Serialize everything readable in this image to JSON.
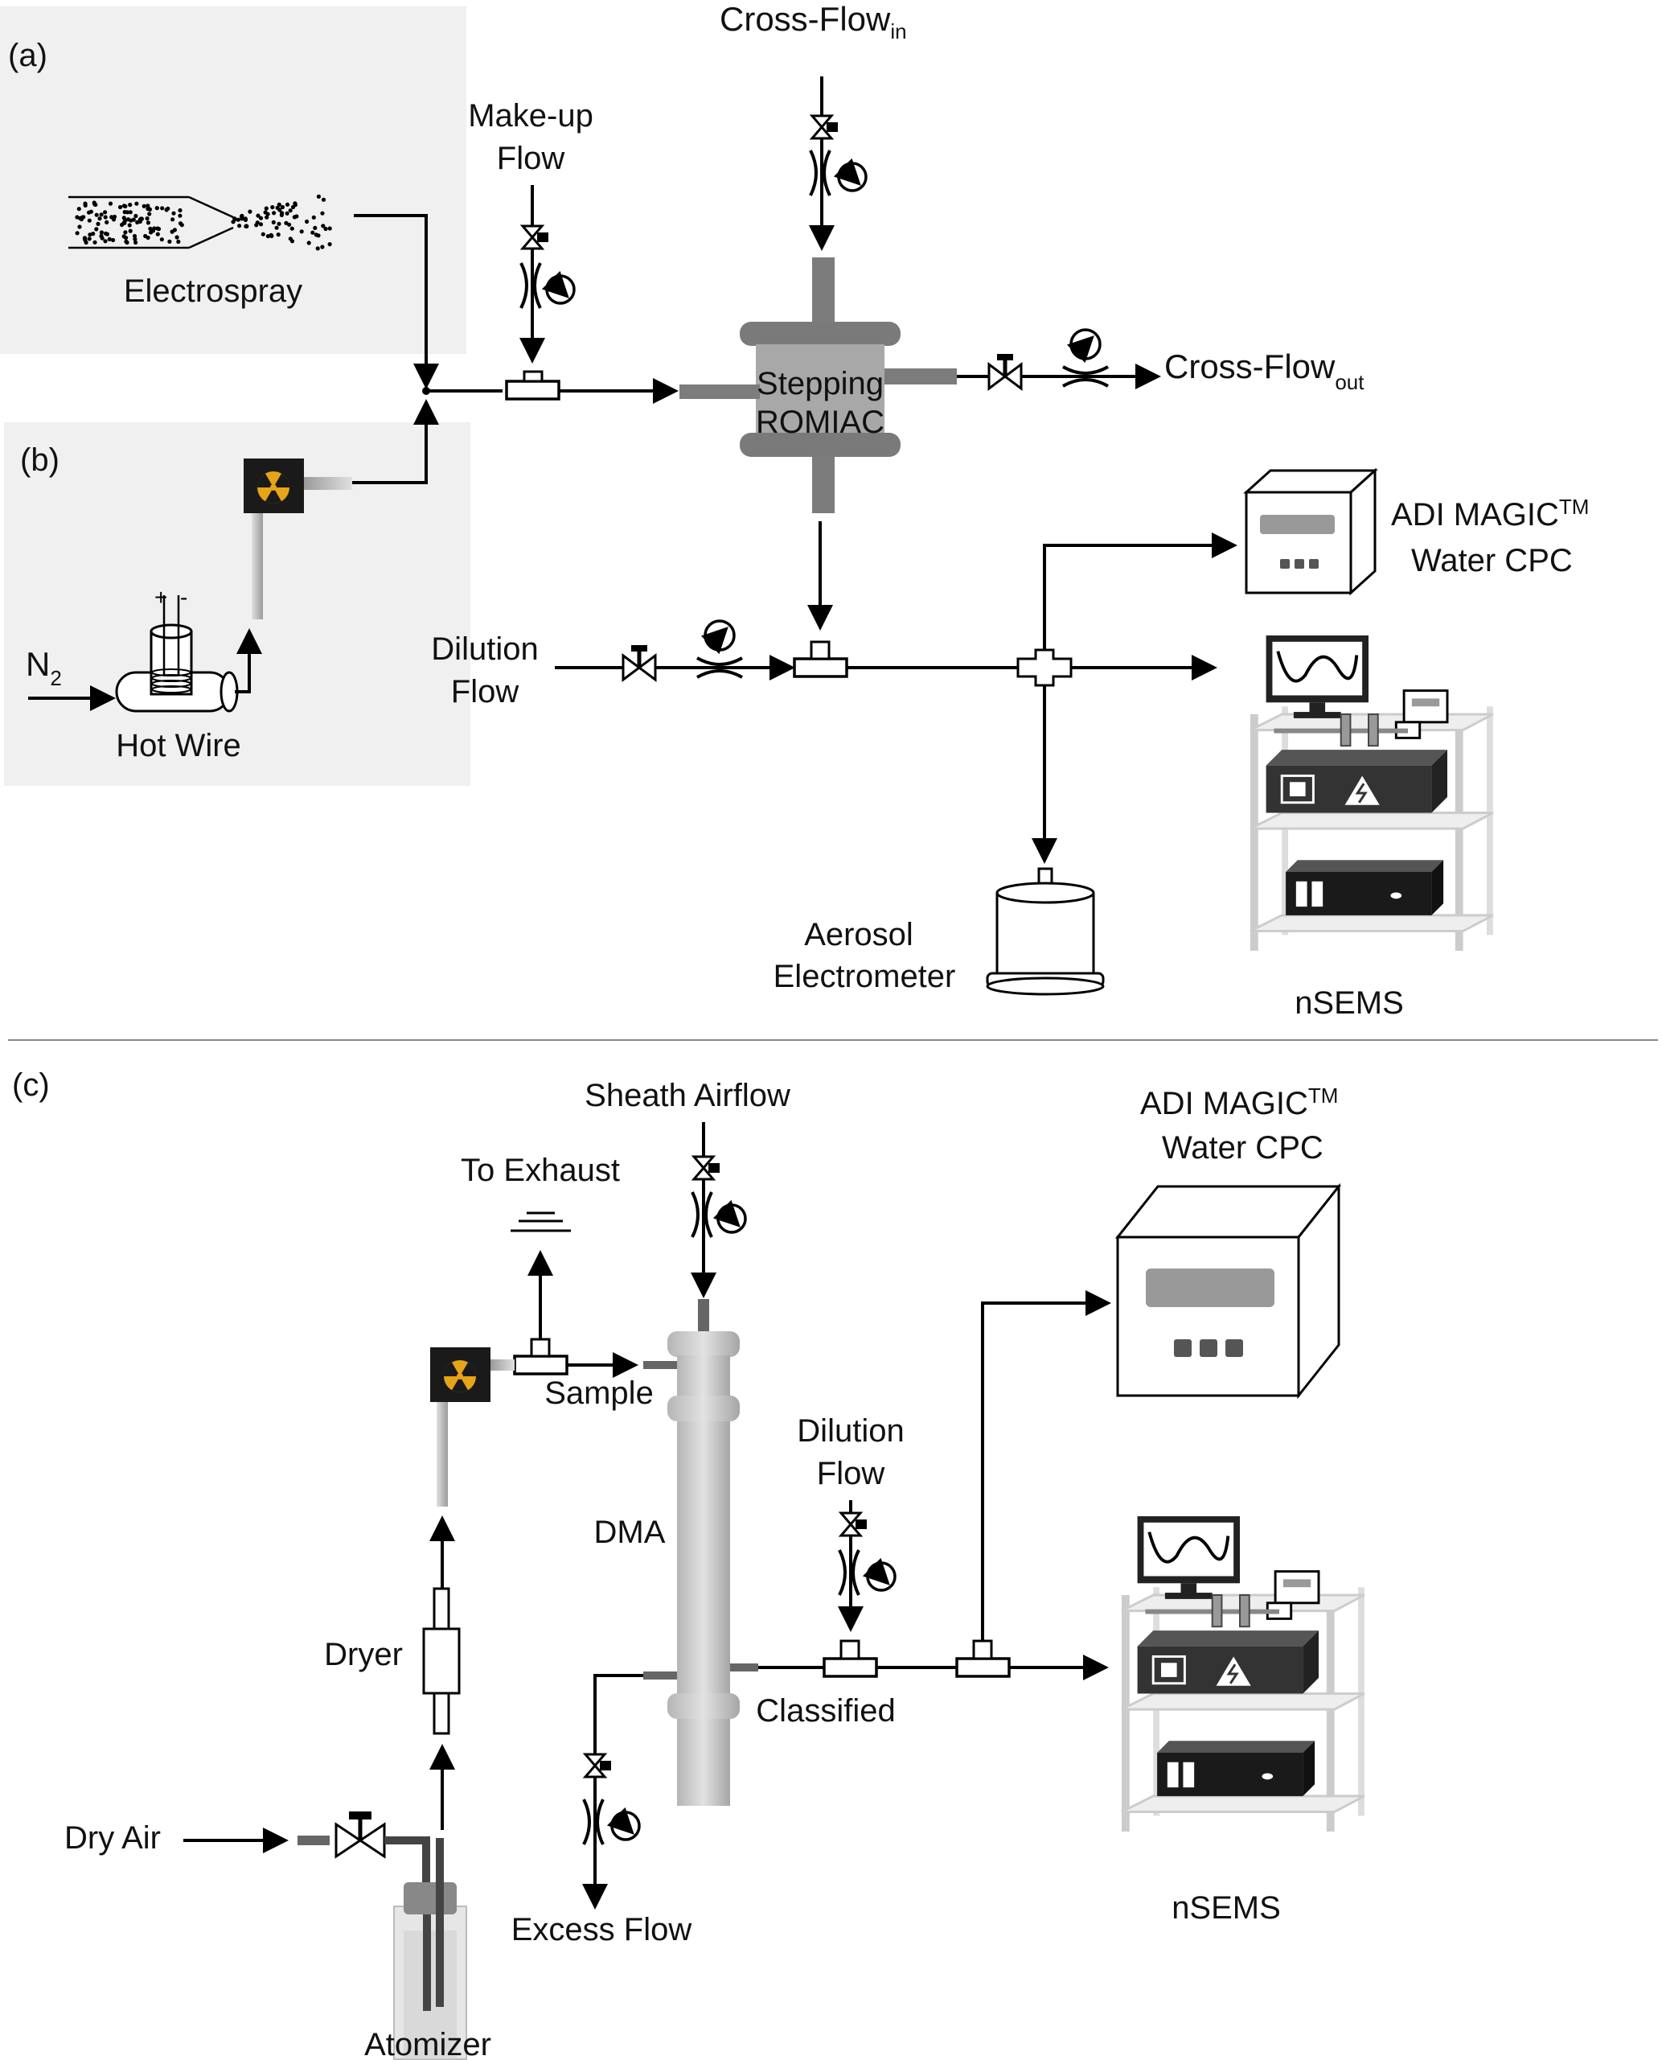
{
  "panels": {
    "a": "(a)",
    "b": "(b)",
    "c": "(c)"
  },
  "labels": {
    "cross_flow_in": "Cross-Flow",
    "cross_flow_in_sub": "in",
    "cross_flow_out": "Cross-Flow",
    "cross_flow_out_sub": "out",
    "makeup_flow_1": "Make-up",
    "makeup_flow_2": "Flow",
    "electrospray": "Electrospray",
    "stepping": "Stepping",
    "romiac": "ROMIAC",
    "hot_wire": "Hot Wire",
    "n2": "N",
    "n2_sub": "2",
    "dilution_a_1": "Dilution",
    "dilution_a_2": "Flow",
    "adi_a_1": "ADI MAGIC",
    "adi_a_tm": "TM",
    "adi_a_2": "Water CPC",
    "aerosol_1": "Aerosol",
    "aerosol_2": "Electrometer",
    "nsems_a": "nSEMS",
    "sheath_airflow": "Sheath Airflow",
    "to_exhaust": "To Exhaust",
    "sample": "Sample",
    "dma": "DMA",
    "dilution_c_1": "Dilution",
    "dilution_c_2": "Flow",
    "adi_c_1": "ADI MAGIC",
    "adi_c_tm": "TM",
    "adi_c_2": "Water CPC",
    "dryer": "Dryer",
    "classified": "Classified",
    "dry_air": "Dry Air",
    "excess_flow": "Excess Flow",
    "atomizer": "Atomizer",
    "nsems_c": "nSEMS"
  },
  "colors": {
    "panel_bg": "#f0f0f0",
    "romiac": "#7a7a7a",
    "dark_box": "#333333",
    "radiation": "#e6a417",
    "divider": "#888888"
  }
}
